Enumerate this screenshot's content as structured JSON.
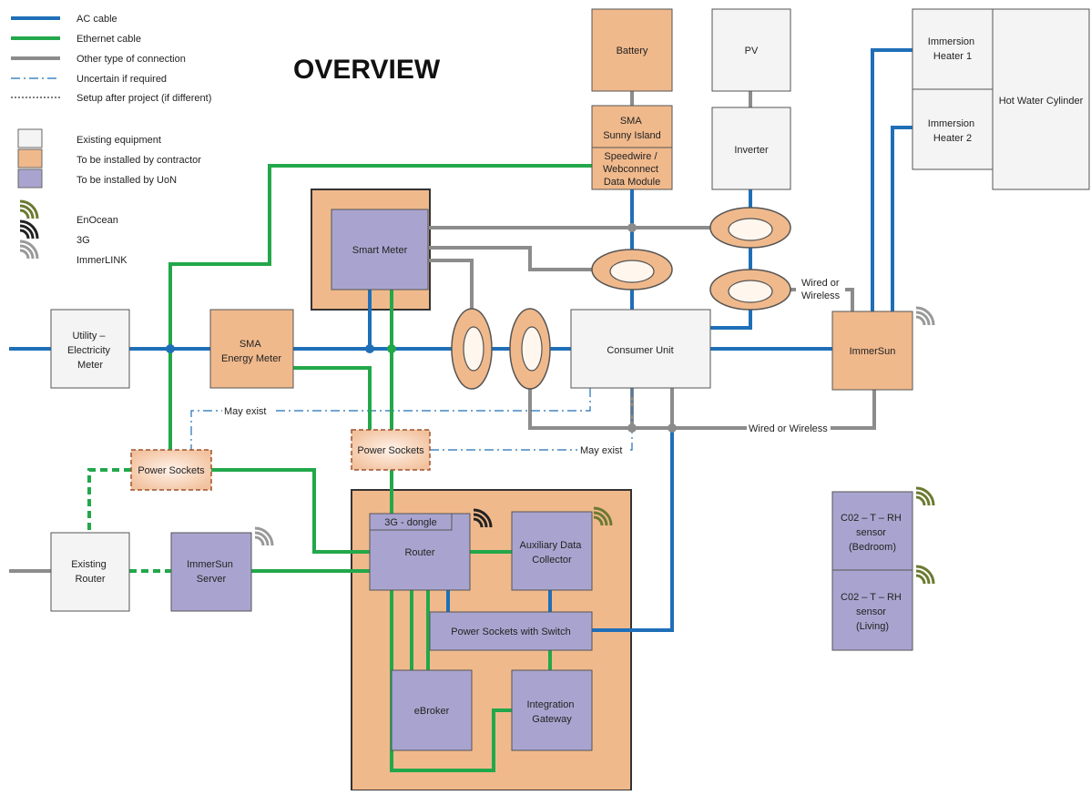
{
  "title": "OVERVIEW",
  "colors": {
    "ac_cable": "#1f6fb8",
    "ethernet_cable": "#22a84a",
    "other_connection": "#8c8c8c",
    "existing_fill": "#f4f4f4",
    "contractor_fill": "#f0b98c",
    "uon_fill": "#a9a4cf"
  },
  "legend": {
    "lines": [
      {
        "label": "AC cable",
        "style": "ac"
      },
      {
        "label": "Ethernet cable",
        "style": "eth"
      },
      {
        "label": "Other type of connection",
        "style": "other"
      },
      {
        "label": "Uncertain if required",
        "style": "dashdot"
      },
      {
        "label": "Setup after project (if different)",
        "style": "dotted"
      }
    ],
    "fills": [
      {
        "label": "Existing equipment",
        "style": "existing"
      },
      {
        "label": "To be installed by contractor",
        "style": "contractor"
      },
      {
        "label": "To be installed by UoN",
        "style": "uon"
      }
    ],
    "wireless": [
      {
        "label": "EnOcean",
        "style": "enocean"
      },
      {
        "label": "3G",
        "style": "3g"
      },
      {
        "label": "ImmerLINK",
        "style": "immerlink"
      }
    ]
  },
  "equipment": {
    "battery": "Battery",
    "pv": "PV",
    "sunny_island": [
      "SMA",
      "Sunny Island"
    ],
    "data_module": [
      "Speedwire /",
      "Webconnect",
      "Data Module"
    ],
    "inverter": "Inverter",
    "immersion_heater_1": [
      "Immersion",
      "Heater 1"
    ],
    "immersion_heater_2": [
      "Immersion",
      "Heater 2"
    ],
    "hot_water_cylinder": "Hot Water Cylinder",
    "smart_meter": "Smart Meter",
    "utility_meter": [
      "Utility –",
      "Electricity",
      "Meter"
    ],
    "energy_meter": [
      "SMA",
      "Energy Meter"
    ],
    "consumer_unit": "Consumer Unit",
    "immersun": "ImmerSun",
    "power_sockets_centre": "Power Sockets",
    "power_sockets_left": "Power Sockets",
    "dongle_3g": "3G - dongle",
    "router": "Router",
    "aux_collector": [
      "Auxiliary Data",
      "Collector"
    ],
    "existing_router": [
      "Existing",
      "Router"
    ],
    "immersun_server": [
      "ImmerSun",
      "Server"
    ],
    "power_sockets_switch": "Power Sockets with Switch",
    "ebroker": "eBroker",
    "integration_gateway": [
      "Integration",
      "Gateway"
    ],
    "sensor_bedroom": [
      "C02 – T – RH",
      "sensor",
      "(Bedroom)"
    ],
    "sensor_living": [
      "C02 – T – RH",
      "sensor",
      "(Living)"
    ]
  },
  "annotations": {
    "may_exist_1": "May exist",
    "may_exist_2": "May exist",
    "wired_or_wireless_1": [
      "Wired or",
      "Wireless"
    ],
    "wired_or_wireless_2": "Wired or Wireless"
  }
}
